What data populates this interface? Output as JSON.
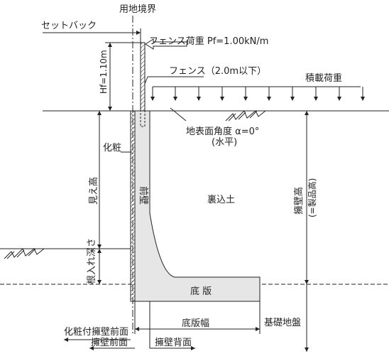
{
  "labels": {
    "boundary": "用地境界",
    "setback": "セットバック",
    "fence_load": "フェンス荷重 Pf=1.00kN/m",
    "fence_height": "Hf=1.10m",
    "fence": "フェンス（2.0m以下）",
    "surcharge": "積載荷重",
    "ground_angle": "地表面角度 α=0°",
    "horizontal": "(水平)",
    "finish": "化粧",
    "front_wall": "前壁",
    "backfill": "裏込土",
    "visible_height": "見え高",
    "wall_height": "擁壁高",
    "product_height": "(=製品高)",
    "embedment": "根入れ深さ",
    "base_slab": "底 版",
    "base_width": "底版幅",
    "foundation": "基礎地盤",
    "finished_front": "化粧付擁壁前面",
    "wall_front": "擁壁前面",
    "wall_back": "擁壁背面"
  },
  "colors": {
    "concrete": "#e6e6e6",
    "line": "#222222"
  }
}
